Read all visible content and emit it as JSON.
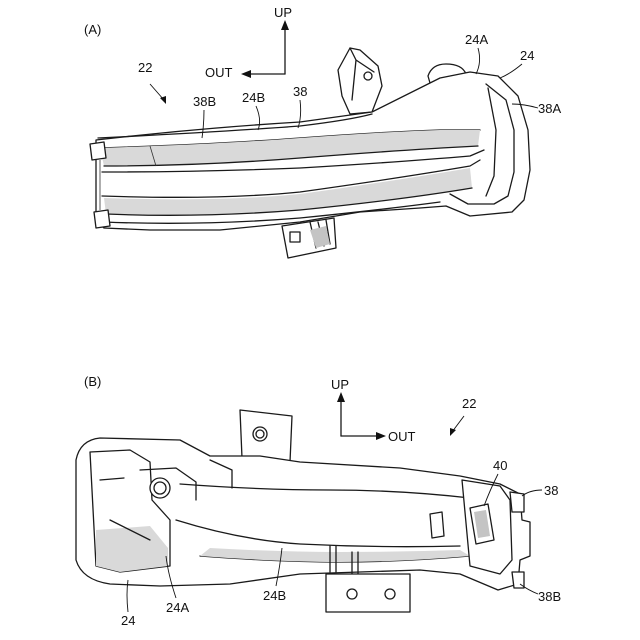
{
  "figure_a": {
    "panel_label": "(A)",
    "label_up": "UP",
    "label_out": "OUT",
    "refs": {
      "assembly": "22",
      "lens_top": "24A",
      "housing": "24",
      "light_guide_outer": "38A",
      "light_guide_inner": "38B",
      "lens_side": "24B",
      "light_guide": "38"
    }
  },
  "figure_b": {
    "panel_label": "(B)",
    "label_up": "UP",
    "label_out": "OUT",
    "refs": {
      "assembly": "22",
      "bracket": "40",
      "light_guide": "38",
      "light_guide_inner": "38B",
      "lens_side": "24B",
      "lens_top": "24A",
      "housing": "24"
    }
  }
}
